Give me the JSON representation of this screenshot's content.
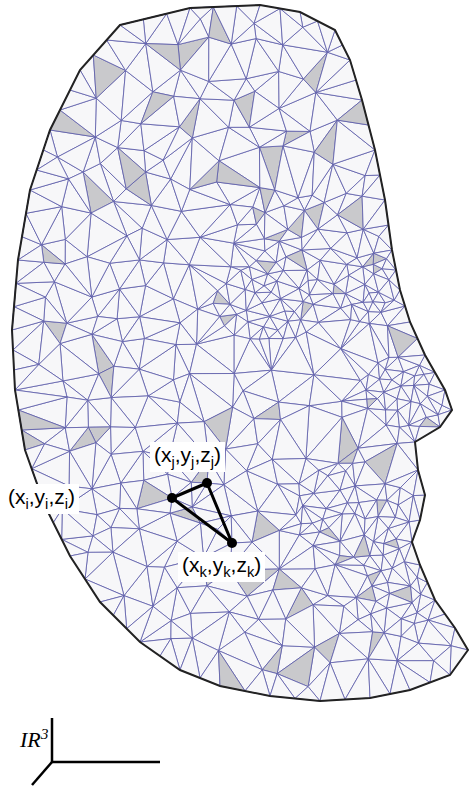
{
  "diagram": {
    "labels": [
      "(xj,yj,zj)",
      "(xi,yi,zi)",
      "(xk,yk,zk)",
      "IR3"
    ]
  }
}
